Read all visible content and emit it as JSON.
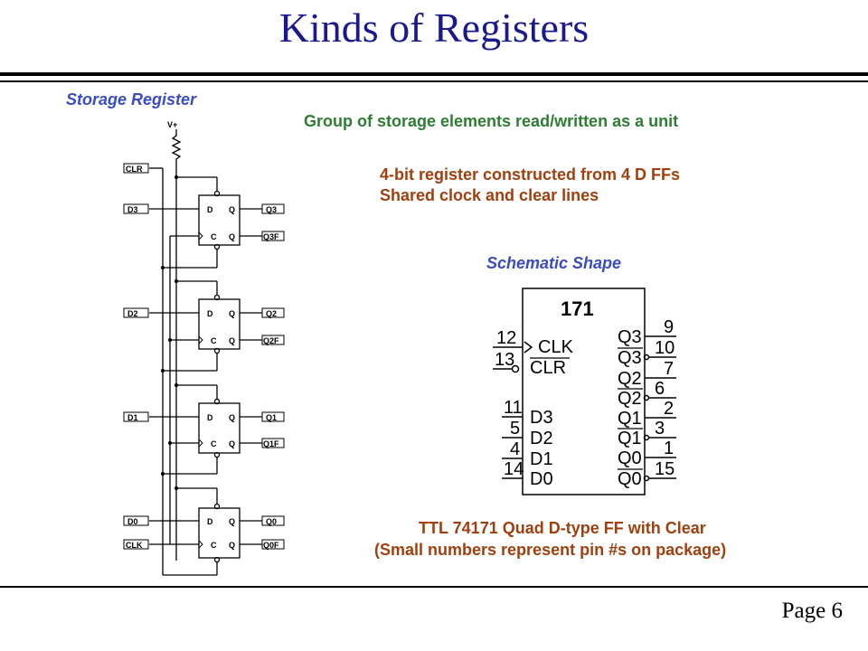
{
  "title": "Kinds of Registers",
  "storage_label": "Storage Register",
  "group_text": "Group of storage elements read/written as a unit",
  "desc_line1": "4-bit register constructed from 4 D FFs",
  "desc_line2": "Shared clock and clear lines",
  "schematic_label": "Schematic Shape",
  "ttl_line1": "TTL 74171 Quad D-type FF with Clear",
  "ttl_line2": "(Small numbers represent pin #s on package)",
  "page_label": "Page 6",
  "circuit": {
    "vplus": "V+",
    "clr_top": "CLR",
    "clk_bottom": "CLK",
    "ff_pin_d": "D",
    "ff_pin_q": "Q",
    "ff_pin_c": "C",
    "inputs": [
      "D3",
      "D2",
      "D1",
      "D0"
    ],
    "outputs_q": [
      "Q3",
      "Q2",
      "Q1",
      "Q0"
    ],
    "outputs_qbar": [
      "Q3F",
      "Q2F",
      "Q1F",
      "Q0F"
    ]
  },
  "chip": {
    "name": "171",
    "clk_label": "CLK",
    "clr_label": "CLR",
    "clk_pin": "12",
    "clr_pin": "13",
    "inputs": [
      {
        "label": "D3",
        "pin": "11"
      },
      {
        "label": "D2",
        "pin": "5"
      },
      {
        "label": "D1",
        "pin": "4"
      },
      {
        "label": "D0",
        "pin": "14"
      }
    ],
    "outputs": [
      {
        "label": "Q3",
        "pin": "9"
      },
      {
        "label": "Q3",
        "pin": "10"
      },
      {
        "label": "Q2",
        "pin": "7"
      },
      {
        "label": "Q2",
        "pin": "6"
      },
      {
        "label": "Q1",
        "pin": "2"
      },
      {
        "label": "Q1",
        "pin": "3"
      },
      {
        "label": "Q0",
        "pin": "1"
      },
      {
        "label": "Q0",
        "pin": "15"
      }
    ]
  }
}
